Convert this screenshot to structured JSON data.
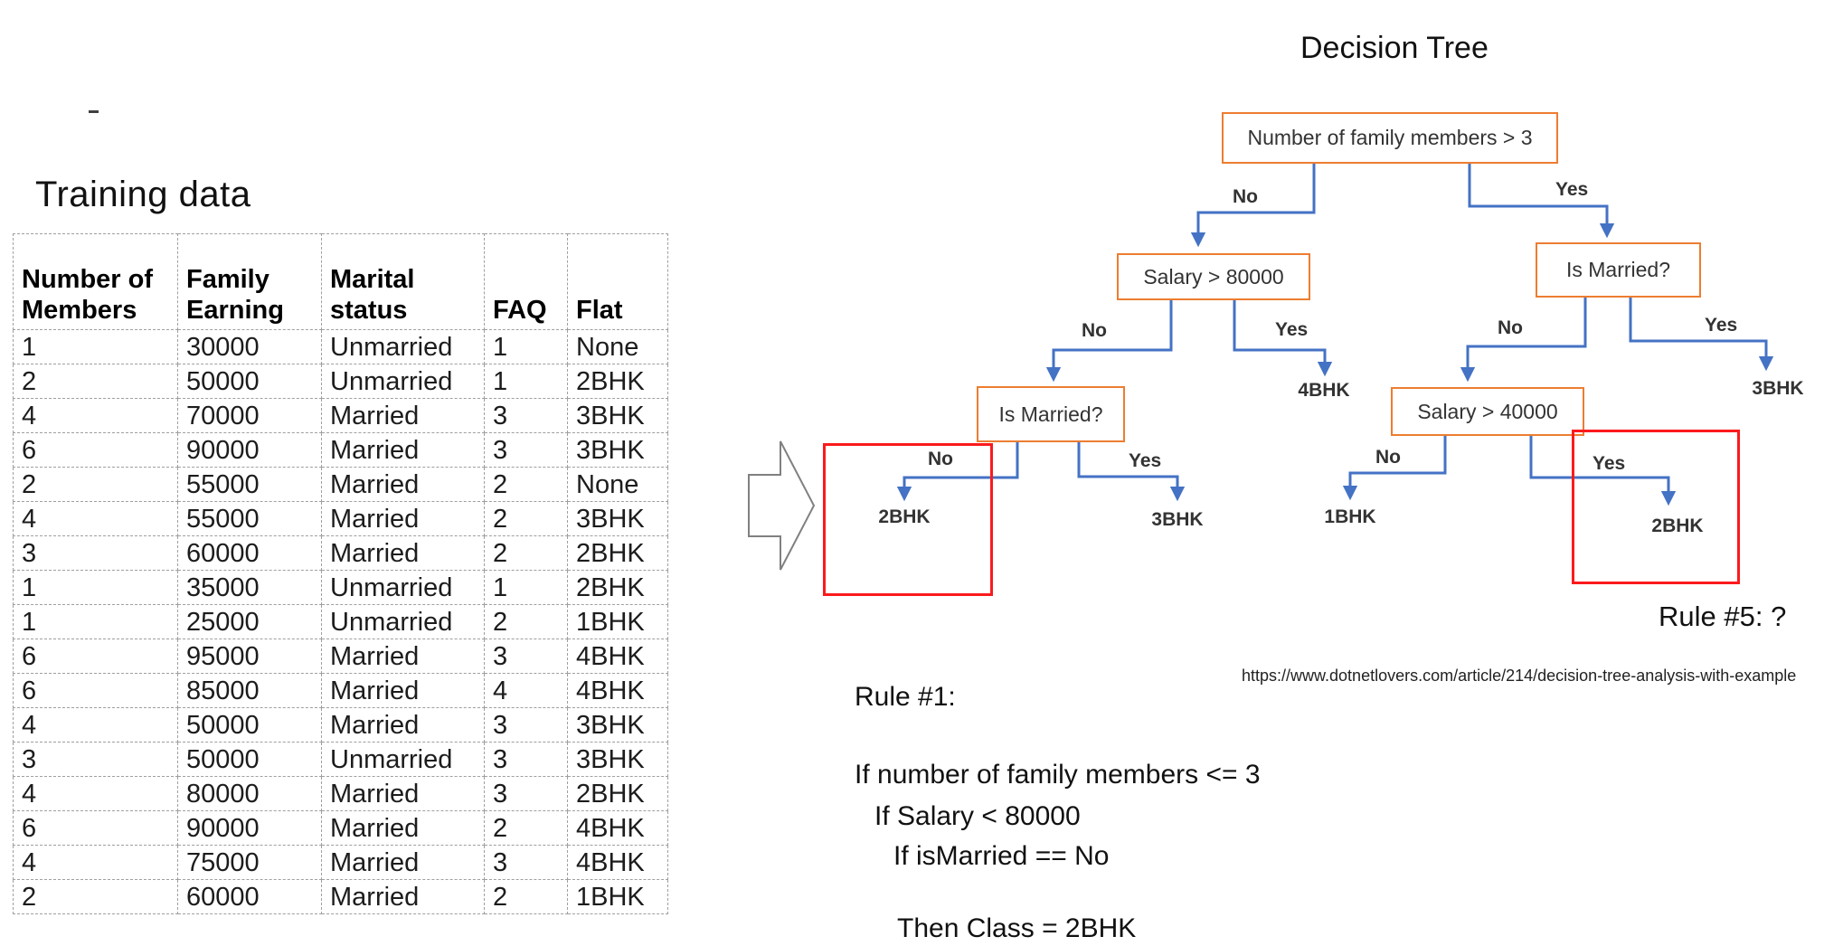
{
  "colors": {
    "node_border_orange": "#ED7D31",
    "connector_blue": "#4472C4",
    "highlight_red": "#FB1A1C",
    "arrow_outline_gray": "#808080"
  },
  "left": {
    "heading": "Training data",
    "table": {
      "headers": [
        "Number of Members",
        "Family Earning",
        "Marital status",
        "FAQ",
        "Flat"
      ],
      "rows": [
        [
          "1",
          "30000",
          "Unmarried",
          "1",
          "None"
        ],
        [
          "2",
          "50000",
          "Unmarried",
          "1",
          "2BHK"
        ],
        [
          "4",
          "70000",
          "Married",
          "3",
          "3BHK"
        ],
        [
          "6",
          "90000",
          "Married",
          "3",
          "3BHK"
        ],
        [
          "2",
          "55000",
          "Married",
          "2",
          "None"
        ],
        [
          "4",
          "55000",
          "Married",
          "2",
          "3BHK"
        ],
        [
          "3",
          "60000",
          "Married",
          "2",
          "2BHK"
        ],
        [
          "1",
          "35000",
          "Unmarried",
          "1",
          "2BHK"
        ],
        [
          "1",
          "25000",
          "Unmarried",
          "2",
          "1BHK"
        ],
        [
          "6",
          "95000",
          "Married",
          "3",
          "4BHK"
        ],
        [
          "6",
          "85000",
          "Married",
          "4",
          "4BHK"
        ],
        [
          "4",
          "50000",
          "Married",
          "3",
          "3BHK"
        ],
        [
          "3",
          "50000",
          "Unmarried",
          "3",
          "3BHK"
        ],
        [
          "4",
          "80000",
          "Married",
          "3",
          "2BHK"
        ],
        [
          "6",
          "90000",
          "Married",
          "2",
          "4BHK"
        ],
        [
          "4",
          "75000",
          "Married",
          "3",
          "4BHK"
        ],
        [
          "2",
          "60000",
          "Married",
          "2",
          "1BHK"
        ]
      ]
    }
  },
  "tree": {
    "title": "Decision Tree",
    "nodes": {
      "root": "Number of family members > 3",
      "salary80k": "Salary > 80000",
      "is_married_left": "Is Married?",
      "is_married_right": "Is Married?",
      "salary40k": "Salary > 40000"
    },
    "labels": {
      "root_no": "No",
      "root_yes": "Yes",
      "s80_no": "No",
      "s80_yes": "Yes",
      "iml_no": "No",
      "iml_yes": "Yes",
      "imr_no": "No",
      "imr_yes": "Yes",
      "s40_no": "No",
      "s40_yes": "Yes"
    },
    "leaves": {
      "s80_yes_leaf": "4BHK",
      "iml_no_leaf": "2BHK",
      "iml_yes_leaf": "3BHK",
      "imr_yes_leaf": "3BHK",
      "s40_no_leaf": "1BHK",
      "s40_yes_leaf": "2BHK"
    },
    "rule5_label": "Rule #5: ?",
    "source_url": "https://www.dotnetlovers.com/article/214/decision-tree-analysis-with-example"
  },
  "rules": {
    "title": "Rule #1:",
    "lines": [
      "If number of family members <= 3",
      "If Salary < 80000",
      "If isMarried == No",
      "Then Class = 2BHK"
    ]
  }
}
